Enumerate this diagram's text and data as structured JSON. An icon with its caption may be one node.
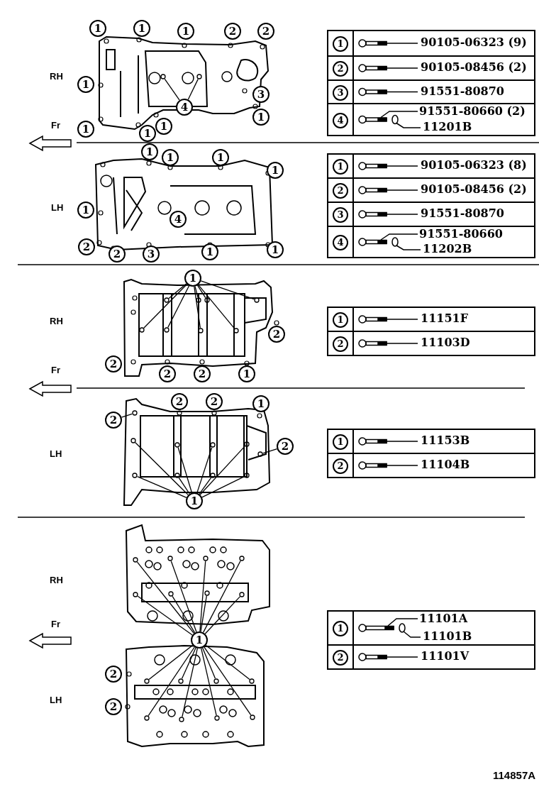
{
  "diagram": {
    "nodes": [
      {
        "text": [
          "1"
        ]
      },
      {
        "text": [
          "1"
        ]
      },
      {
        "text": [
          "1"
        ]
      },
      {
        "text": [
          "2"
        ]
      },
      {
        "text": [
          "2"
        ]
      },
      {
        "text": [
          "1"
        ]
      },
      {
        "text": [
          "3"
        ]
      },
      {
        "text": [
          "4"
        ]
      },
      {
        "text": [
          "1"
        ]
      },
      {
        "text": [
          "1"
        ]
      },
      {
        "text": [
          "1"
        ]
      },
      {
        "text": [
          "1"
        ]
      },
      {
        "text": [
          "1"
        ]
      },
      {
        "text": [
          "2"
        ]
      },
      {
        "text": [
          "3"
        ]
      },
      {
        "text": [
          "4"
        ]
      },
      {
        "text": [
          "1"
        ]
      },
      {
        "text": [
          "1"
        ]
      },
      {
        "text": [
          "1"
        ]
      },
      {
        "text": [
          "1"
        ]
      },
      {
        "text": [
          "1"
        ]
      },
      {
        "text": [
          "4"
        ]
      },
      {
        "text": [
          "2"
        ]
      },
      {
        "text": [
          "2"
        ]
      },
      {
        "text": [
          "3"
        ]
      },
      {
        "text": [
          "1"
        ]
      },
      {
        "text": [
          "1"
        ]
      },
      {
        "text": [
          "1"
        ]
      },
      {
        "text": [
          "2"
        ]
      },
      {
        "text": [
          "3"
        ]
      },
      {
        "text": [
          "4"
        ]
      },
      {
        "text": [
          "1"
        ]
      },
      {
        "text": [
          "2"
        ]
      },
      {
        "text": [
          "2"
        ]
      },
      {
        "text": [
          "2"
        ]
      },
      {
        "text": [
          "2"
        ]
      },
      {
        "text": [
          "1"
        ]
      },
      {
        "text": [
          "1"
        ]
      },
      {
        "text": [
          "2"
        ]
      },
      {
        "text": [
          "2"
        ]
      },
      {
        "text": [
          "2"
        ]
      },
      {
        "text": [
          "1"
        ]
      },
      {
        "text": [
          "2"
        ]
      },
      {
        "text": [
          "2"
        ]
      },
      {
        "text": [
          "1"
        ]
      },
      {
        "text": [
          "1"
        ]
      },
      {
        "text": [
          "2"
        ]
      },
      {
        "text": [
          "1"
        ]
      },
      {
        "text": [
          "2"
        ]
      },
      {
        "text": [
          "2"
        ]
      },
      {
        "text": [
          "1"
        ]
      },
      {
        "text": [
          "2"
        ]
      },
      {
        "text": [],
        "shape": "circle"
      },
      {
        "text": [],
        "shape": "circle"
      },
      {
        "text": [],
        "shape": "circle"
      },
      {
        "text": [],
        "shape": "circle"
      },
      {
        "text": [],
        "shape": "circle"
      },
      {
        "text": [],
        "shape": "circle"
      },
      {
        "text": [],
        "shape": "circle"
      },
      {
        "text": [],
        "shape": "circle"
      },
      {
        "text": [],
        "shape": "circle"
      },
      {
        "text": [],
        "shape": "circle"
      },
      {
        "text": [],
        "shape": "circle"
      },
      {
        "text": [],
        "shape": "circle"
      },
      {
        "text": [],
        "shape": "circle"
      },
      {
        "text": [],
        "shape": "circle"
      },
      {
        "text": [],
        "shape": "circle"
      },
      {
        "text": [],
        "shape": "circle"
      },
      {
        "text": [],
        "shape": "circle"
      },
      {
        "text": [],
        "shape": "circle"
      },
      {
        "text": [],
        "shape": "circle"
      },
      {
        "text": [],
        "shape": "circle"
      },
      {
        "text": [],
        "shape": "circle"
      },
      {
        "text": [],
        "shape": "circle"
      },
      {
        "text": [],
        "shape": "circle"
      },
      {
        "text": [],
        "shape": "circle"
      },
      {
        "text": [],
        "shape": "circle"
      },
      {
        "text": [],
        "shape": "circle"
      },
      {
        "text": [],
        "shape": "circle"
      },
      {
        "text": [],
        "shape": "circle"
      },
      {
        "text": [],
        "shape": "circle"
      },
      {
        "text": [],
        "shape": "circle"
      },
      {
        "text": [],
        "shape": "circle"
      },
      {
        "text": [],
        "shape": "circle"
      },
      {
        "text": [],
        "shape": "circle"
      },
      {
        "text": [],
        "shape": "circle"
      },
      {
        "text": [],
        "shape": "circle"
      },
      {
        "text": [],
        "shape": "circle"
      }
    ],
    "edges": [
      {
        "from": 7,
        "to": 52,
        "arrow": "none"
      },
      {
        "from": 7,
        "to": 53,
        "arrow": "none"
      },
      {
        "from": 31,
        "to": 54,
        "arrow": "none"
      },
      {
        "from": 31,
        "to": 55,
        "arrow": "none"
      },
      {
        "from": 31,
        "to": 56,
        "arrow": "none"
      },
      {
        "from": 31,
        "to": 57,
        "arrow": "none"
      },
      {
        "from": 31,
        "to": 58,
        "arrow": "none"
      },
      {
        "from": 31,
        "to": 59,
        "arrow": "none"
      },
      {
        "from": 31,
        "to": 60,
        "arrow": "none"
      },
      {
        "from": 31,
        "to": 61,
        "arrow": "none"
      },
      {
        "from": 42,
        "to": 62,
        "arrow": "none"
      },
      {
        "from": 43,
        "to": 63,
        "arrow": "none"
      },
      {
        "from": 44,
        "to": 64,
        "arrow": "none"
      },
      {
        "from": 44,
        "to": 65,
        "arrow": "none"
      },
      {
        "from": 44,
        "to": 66,
        "arrow": "none"
      },
      {
        "from": 44,
        "to": 67,
        "arrow": "none"
      },
      {
        "from": 44,
        "to": 68,
        "arrow": "none"
      },
      {
        "from": 44,
        "to": 69,
        "arrow": "none"
      },
      {
        "from": 44,
        "to": 70,
        "arrow": "none"
      },
      {
        "from": 44,
        "to": 71,
        "arrow": "none"
      },
      {
        "from": 47,
        "to": 72,
        "arrow": "none"
      },
      {
        "from": 47,
        "to": 73,
        "arrow": "none"
      },
      {
        "from": 47,
        "to": 74,
        "arrow": "none"
      },
      {
        "from": 47,
        "to": 75,
        "arrow": "none"
      },
      {
        "from": 47,
        "to": 76,
        "arrow": "none"
      },
      {
        "from": 47,
        "to": 77,
        "arrow": "none"
      },
      {
        "from": 47,
        "to": 78,
        "arrow": "none"
      },
      {
        "from": 47,
        "to": 79,
        "arrow": "none"
      },
      {
        "from": 47,
        "to": 80,
        "arrow": "none"
      },
      {
        "from": 47,
        "to": 81,
        "arrow": "none"
      },
      {
        "from": 47,
        "to": 82,
        "arrow": "none"
      },
      {
        "from": 47,
        "to": 83,
        "arrow": "none"
      },
      {
        "from": 47,
        "to": 84,
        "arrow": "none"
      },
      {
        "from": 47,
        "to": 85,
        "arrow": "none"
      },
      {
        "from": 47,
        "to": 86,
        "arrow": "none"
      },
      {
        "from": 47,
        "to": 87,
        "arrow": "none"
      }
    ],
    "labels": [
      "RH",
      "Fr",
      "90105-06323 (9)",
      "90105-08456 (2)",
      "91551-80870",
      "91551-80660 (2)",
      "11201B",
      "LH",
      "90105-06323 (8)",
      "90105-08456 (2)",
      "91551-80870",
      "91551-80660",
      "11202B",
      "RH",
      "Fr",
      "11151F",
      "11103D",
      "LH",
      "11153B",
      "11104B",
      "RH",
      "Fr",
      "LH",
      "11101A",
      "11101B",
      "11101V",
      "114857A"
    ]
  }
}
